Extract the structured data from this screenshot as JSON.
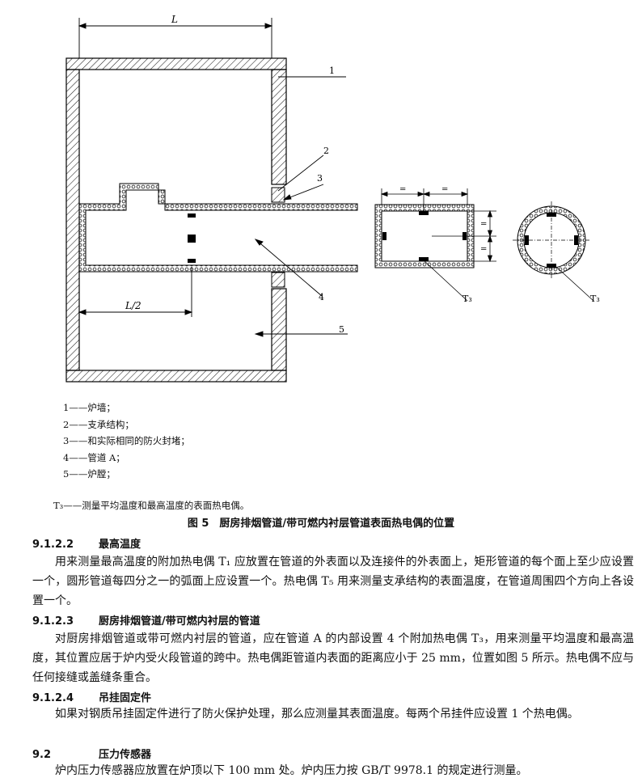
{
  "figure": {
    "dim_L": "L",
    "dim_L_half": "L/2",
    "callouts": [
      "1",
      "2",
      "3",
      "4",
      "5"
    ],
    "eq_mark": "=",
    "t3_label_1": "T₃",
    "t3_label_2": "T₃"
  },
  "legend": [
    "1——炉墙；",
    "2——支承结构；",
    "3——和实际相同的防火封堵；",
    "4——管道 A；",
    "5——炉膛；"
  ],
  "t3_note": "T₃——测量平均温度和最高温度的表面热电偶。",
  "caption": "图 5　厨房排烟管道/带可燃内衬层管道表面热电偶的位置",
  "sections": [
    {
      "num": "9.1.2.2",
      "title": "最高温度"
    },
    {
      "num": "9.1.2.3",
      "title": "厨房排烟管道/带可燃内衬层的管道"
    },
    {
      "num": "9.1.2.4",
      "title": "吊挂固定件"
    },
    {
      "num": "9.2",
      "title": "压力传感器"
    }
  ],
  "paragraphs": [
    "用来测量最高温度的附加热电偶 T₁ 应放置在管道的外表面以及连接件的外表面上，矩形管道的每个面上至少应设置一个，圆形管道每四分之一的弧面上应设置一个。热电偶 T₅ 用来测量支承结构的表面温度，在管道周围四个方向上各设置一个。",
    "对厨房排烟管道或带可燃内衬层的管道，应在管道 A 的内部设置 4 个附加热电偶 T₃，用来测量平均温度和最高温度，其位置应居于炉内受火段管道的跨中。热电偶距管道内表面的距离应小于 25 mm，位置如图 5 所示。热电偶不应与任何接缝或盖缝条重合。",
    "如果对钢质吊挂固定件进行了防火保护处理，那么应测量其表面温度。每两个吊挂件应设置 1 个热电偶。",
    "炉内压力传感器应放置在炉顶以下 100 mm 处。炉内压力按 GB/T 9978.1 的规定进行测量。"
  ]
}
